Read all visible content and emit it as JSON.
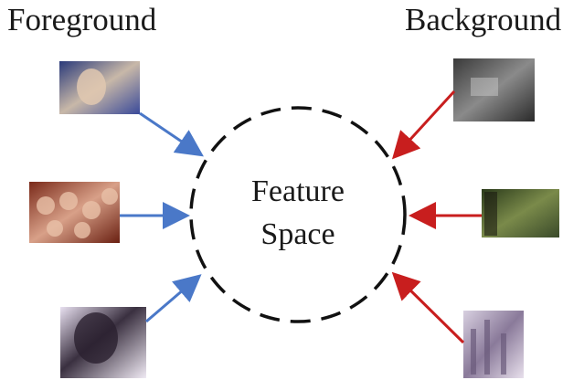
{
  "diagram": {
    "foreground_label": "Foreground",
    "background_label": "Background",
    "center_label_line1": "Feature",
    "center_label_line2": "Space"
  },
  "colors": {
    "foreground_arrow": "#4a78c8",
    "background_arrow": "#c81e1e",
    "circle": "#111111",
    "text": "#1a1a1a"
  },
  "images": {
    "foreground": [
      "crowd-face-thumbnail",
      "crowd-heads-thumbnail",
      "person-close-up-thumbnail"
    ],
    "background": [
      "dark-tree-thumbnail",
      "green-foliage-thumbnail",
      "pale-texture-thumbnail"
    ]
  }
}
